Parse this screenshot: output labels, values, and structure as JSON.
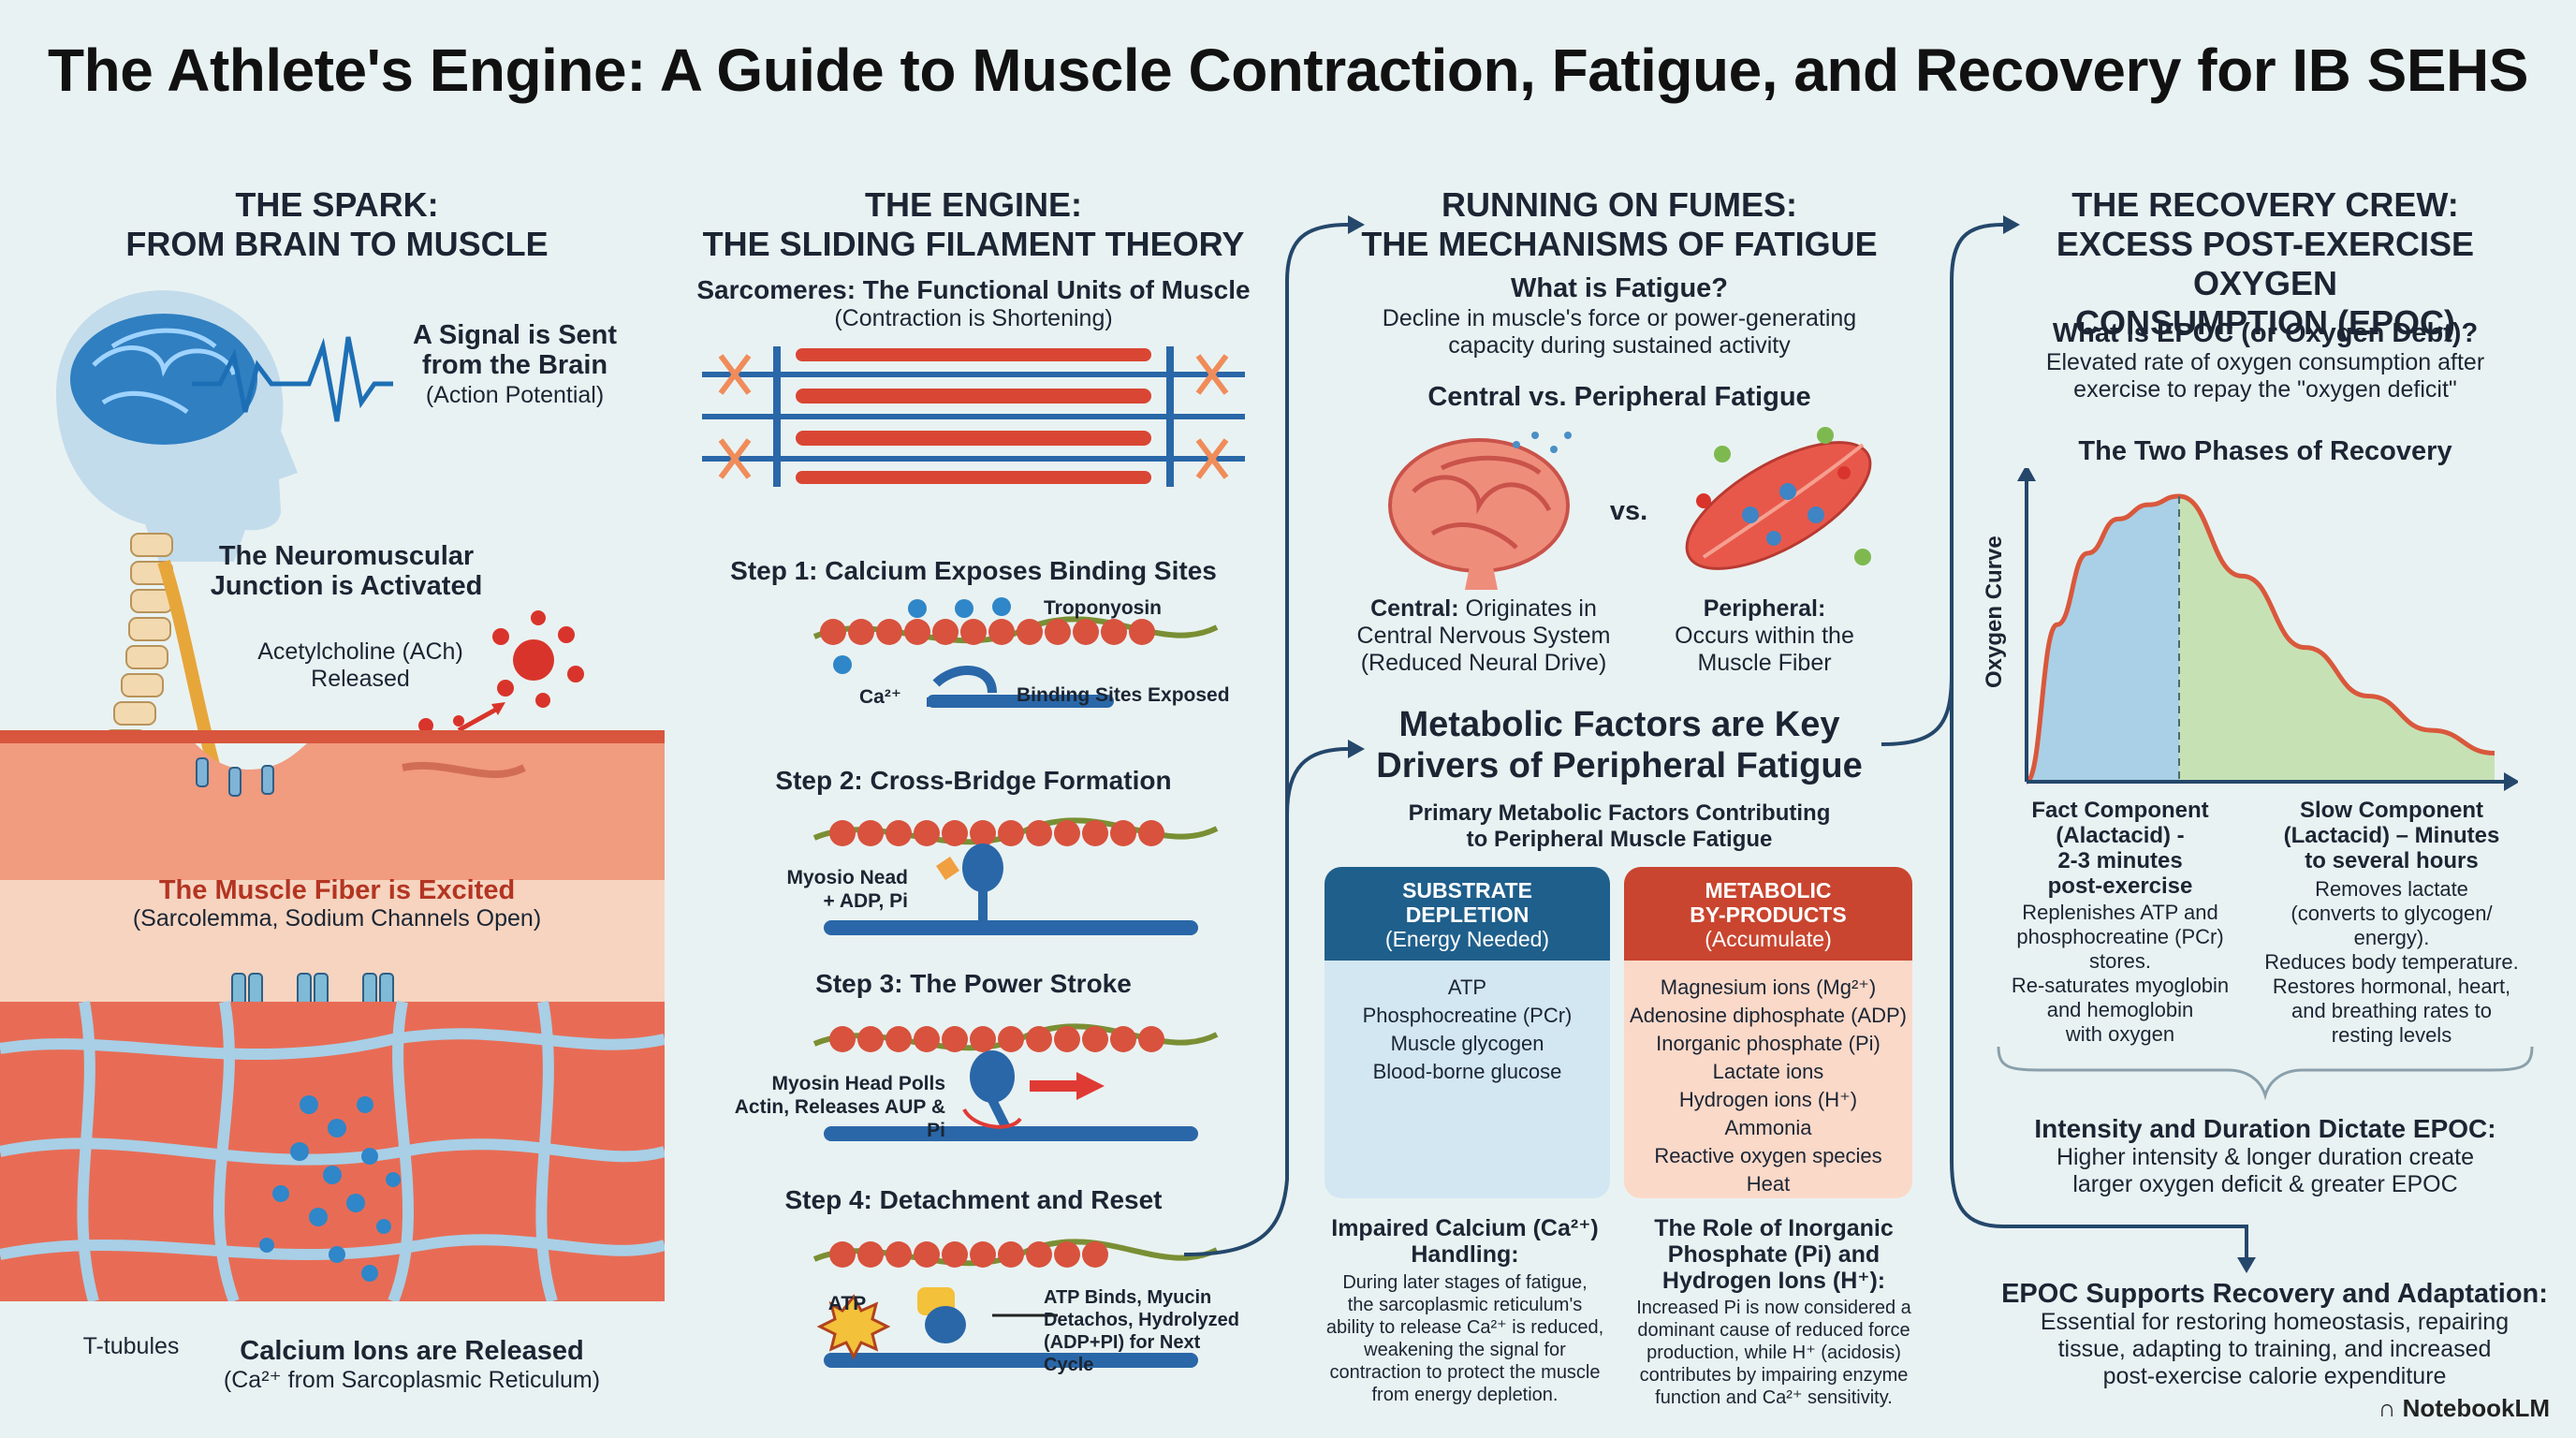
{
  "title": "The Athlete's Engine: A Guide to Muscle Contraction, Fatigue, and Recovery for IB SEHS",
  "col1": {
    "header_line1": "THE SPARK:",
    "header_line2": "FROM BRAIN TO MUSCLE",
    "signal_line1": "A Signal is Sent",
    "signal_line2": "from the Brain",
    "signal_note": "(Action Potential)",
    "nmj_line1": "The Neuromuscular",
    "nmj_line2": "Junction is Activated",
    "ach_line1": "Acetylcholine (ACh)",
    "ach_line2": "Released",
    "fiber_title": "The Muscle Fiber is Excited",
    "fiber_note": "(Sarcolemma, Sodium Channels Open)",
    "ttubules": "T-tubules",
    "calcium_title": "Calcium Ions are Released",
    "calcium_note": "(Ca²⁺ from Sarcoplasmic Reticulum)"
  },
  "col2": {
    "header_line1": "THE ENGINE:",
    "header_line2": "THE SLIDING FILAMENT THEORY",
    "sarc_title": "Sarcomeres: The Functional Units of Muscle",
    "sarc_note": "(Contraction is Shortening)",
    "step1": "Step 1: Calcium Exposes Binding Sites",
    "step1_troponyosin": "Troponyosin",
    "step1_ca": "Ca²⁺",
    "step1_binding": "Binding Sites Exposed",
    "step2": "Step 2: Cross-Bridge Formation",
    "step2_label_line1": "Myosio Nead",
    "step2_label_line2": "+ ADP, Pi",
    "step3": "Step 3: The Power Stroke",
    "step3_label_line1": "Myosin Head Polls",
    "step3_label_line2": "Actin, Releases AUP & Pi",
    "step4": "Step 4: Detachment and Reset",
    "step4_atp": "ATP",
    "step4_label_line1": "ATP Binds, Myucin",
    "step4_label_line2": "Detachos, Hydrolyzed",
    "step4_label_line3": "(ADP+PI) for Next Cycle"
  },
  "col3": {
    "header_line1": "RUNNING ON FUMES:",
    "header_line2": "THE MECHANISMS OF FATIGUE",
    "what_title": "What is Fatigue?",
    "what_line1": "Decline in muscle's force or power-generating",
    "what_line2": "capacity during sustained activity",
    "cvp_title": "Central vs. Peripheral Fatigue",
    "vs": "vs.",
    "central_label": "Central:",
    "central_line1": "Originates in",
    "central_line2": "Central Nervous System",
    "central_line3": "(Reduced Neural Drive)",
    "peripheral_label": "Peripheral:",
    "peripheral_line1": "Occurs within the",
    "peripheral_line2": "Muscle Fiber",
    "metabolic_line1": "Metabolic Factors are Key",
    "metabolic_line2": "Drivers of Peripheral Fatigue",
    "primary_line1": "Primary Metabolic Factors Contributing",
    "primary_line2": "to Peripheral Muscle Fatigue",
    "substrate": {
      "head_line1": "SUBSTRATE",
      "head_line2": "DEPLETION",
      "head_line3": "(Energy Needed)",
      "items": [
        "ATP",
        "Phosphocreatine (PCr)",
        "Muscle glycogen",
        "Blood-borne glucose"
      ]
    },
    "byproducts": {
      "head_line1": "METABOLIC",
      "head_line2": "BY-PRODUCTS",
      "head_line3": "(Accumulate)",
      "items": [
        "Magnesium ions (Mg²⁺)",
        "Adenosine diphosphate (ADP)",
        "Inorganic phosphate (Pi)",
        "Lactate ions",
        "Hydrogen ions (H⁺)",
        "Ammonia",
        "Reactive oxygen species",
        "Heat"
      ]
    },
    "calcium_title_line1": "Impaired Calcium (Ca²⁺)",
    "calcium_title_line2": "Handling:",
    "calcium_body": [
      "During later stages of fatigue,",
      "the sarcoplasmic reticulum's",
      "ability to release Ca²⁺ is reduced,",
      "weakening the signal for",
      "contraction to protect the muscle",
      "from energy depletion."
    ],
    "pi_title_line1": "The Role of Inorganic",
    "pi_title_line2": "Phosphate (Pi) and",
    "pi_title_line3": "Hydrogen Ions (H⁺):",
    "pi_body": [
      "Increased Pi is now considered a",
      "dominant cause of reduced force",
      "production, while H⁺ (acidosis)",
      "contributes by impairing enzyme",
      "function and Ca²⁺ sensitivity."
    ]
  },
  "col4": {
    "header_line1": "THE RECOVERY CREW:",
    "header_line2": "EXCESS POST-EXERCISE OXYGEN",
    "header_line3": "CONSUMPTION (EPOC)",
    "what_title": "What is EPOC (or Oxygen Debt)?",
    "what_line1": "Elevated rate of oxygen consumption after",
    "what_line2": "exercise to repay the \"oxygen deficit\"",
    "phases_title": "The Two Phases of Recovery",
    "fast_title": [
      "Fact Component",
      "(Alactacid) -",
      "2-3 minutes",
      "post-exercise"
    ],
    "fast_body": [
      "Replenishes ATP and",
      "phosphocreatine (PCr)",
      "stores.",
      "Re-saturates myoglobin",
      "and hemoglobin",
      "with oxygen"
    ],
    "slow_title": [
      "Slow Component",
      "(Lactacid) – Minutes",
      "to several hours"
    ],
    "slow_body": [
      "Removes lactate",
      "(converts to glycogen/",
      "energy).",
      "Reduces body temperature.",
      "Restores hormonal, heart,",
      "and breathing rates to",
      "resting levels"
    ],
    "intensity_title": "Intensity and Duration Dictate EPOC:",
    "intensity_line1": "Higher intensity & longer duration create",
    "intensity_line2": "larger oxygen deficit & greater EPOC",
    "supports_title": "EPOC Supports Recovery and Adaptation:",
    "supports_body": [
      "Essential for restoring homeostasis, repairing",
      "tissue, adapting to training, and increased",
      "post-exercise calorie expenditure"
    ]
  },
  "chart_data": {
    "type": "area",
    "ylabel": "Oxygen Curve",
    "xlabel": "",
    "series": [
      {
        "values": [
          0.0,
          0.55,
          0.8,
          0.92,
          0.97,
          1.0
        ]
      },
      {
        "values": [
          1.0,
          0.72,
          0.47,
          0.3,
          0.18,
          0.1
        ]
      }
    ],
    "split": "fast-slow boundary",
    "colors": {
      "fast": "#a9d0e6",
      "slow": "#c6e2b4",
      "curve": "#d9583c"
    }
  },
  "colors": {
    "blue_head": "#1f5f8b",
    "red_head": "#c9452f",
    "blue_body": "#d3e7f2",
    "red_body": "#fbd9c9",
    "arrow": "#24476b"
  },
  "logo": "NotebookLM"
}
